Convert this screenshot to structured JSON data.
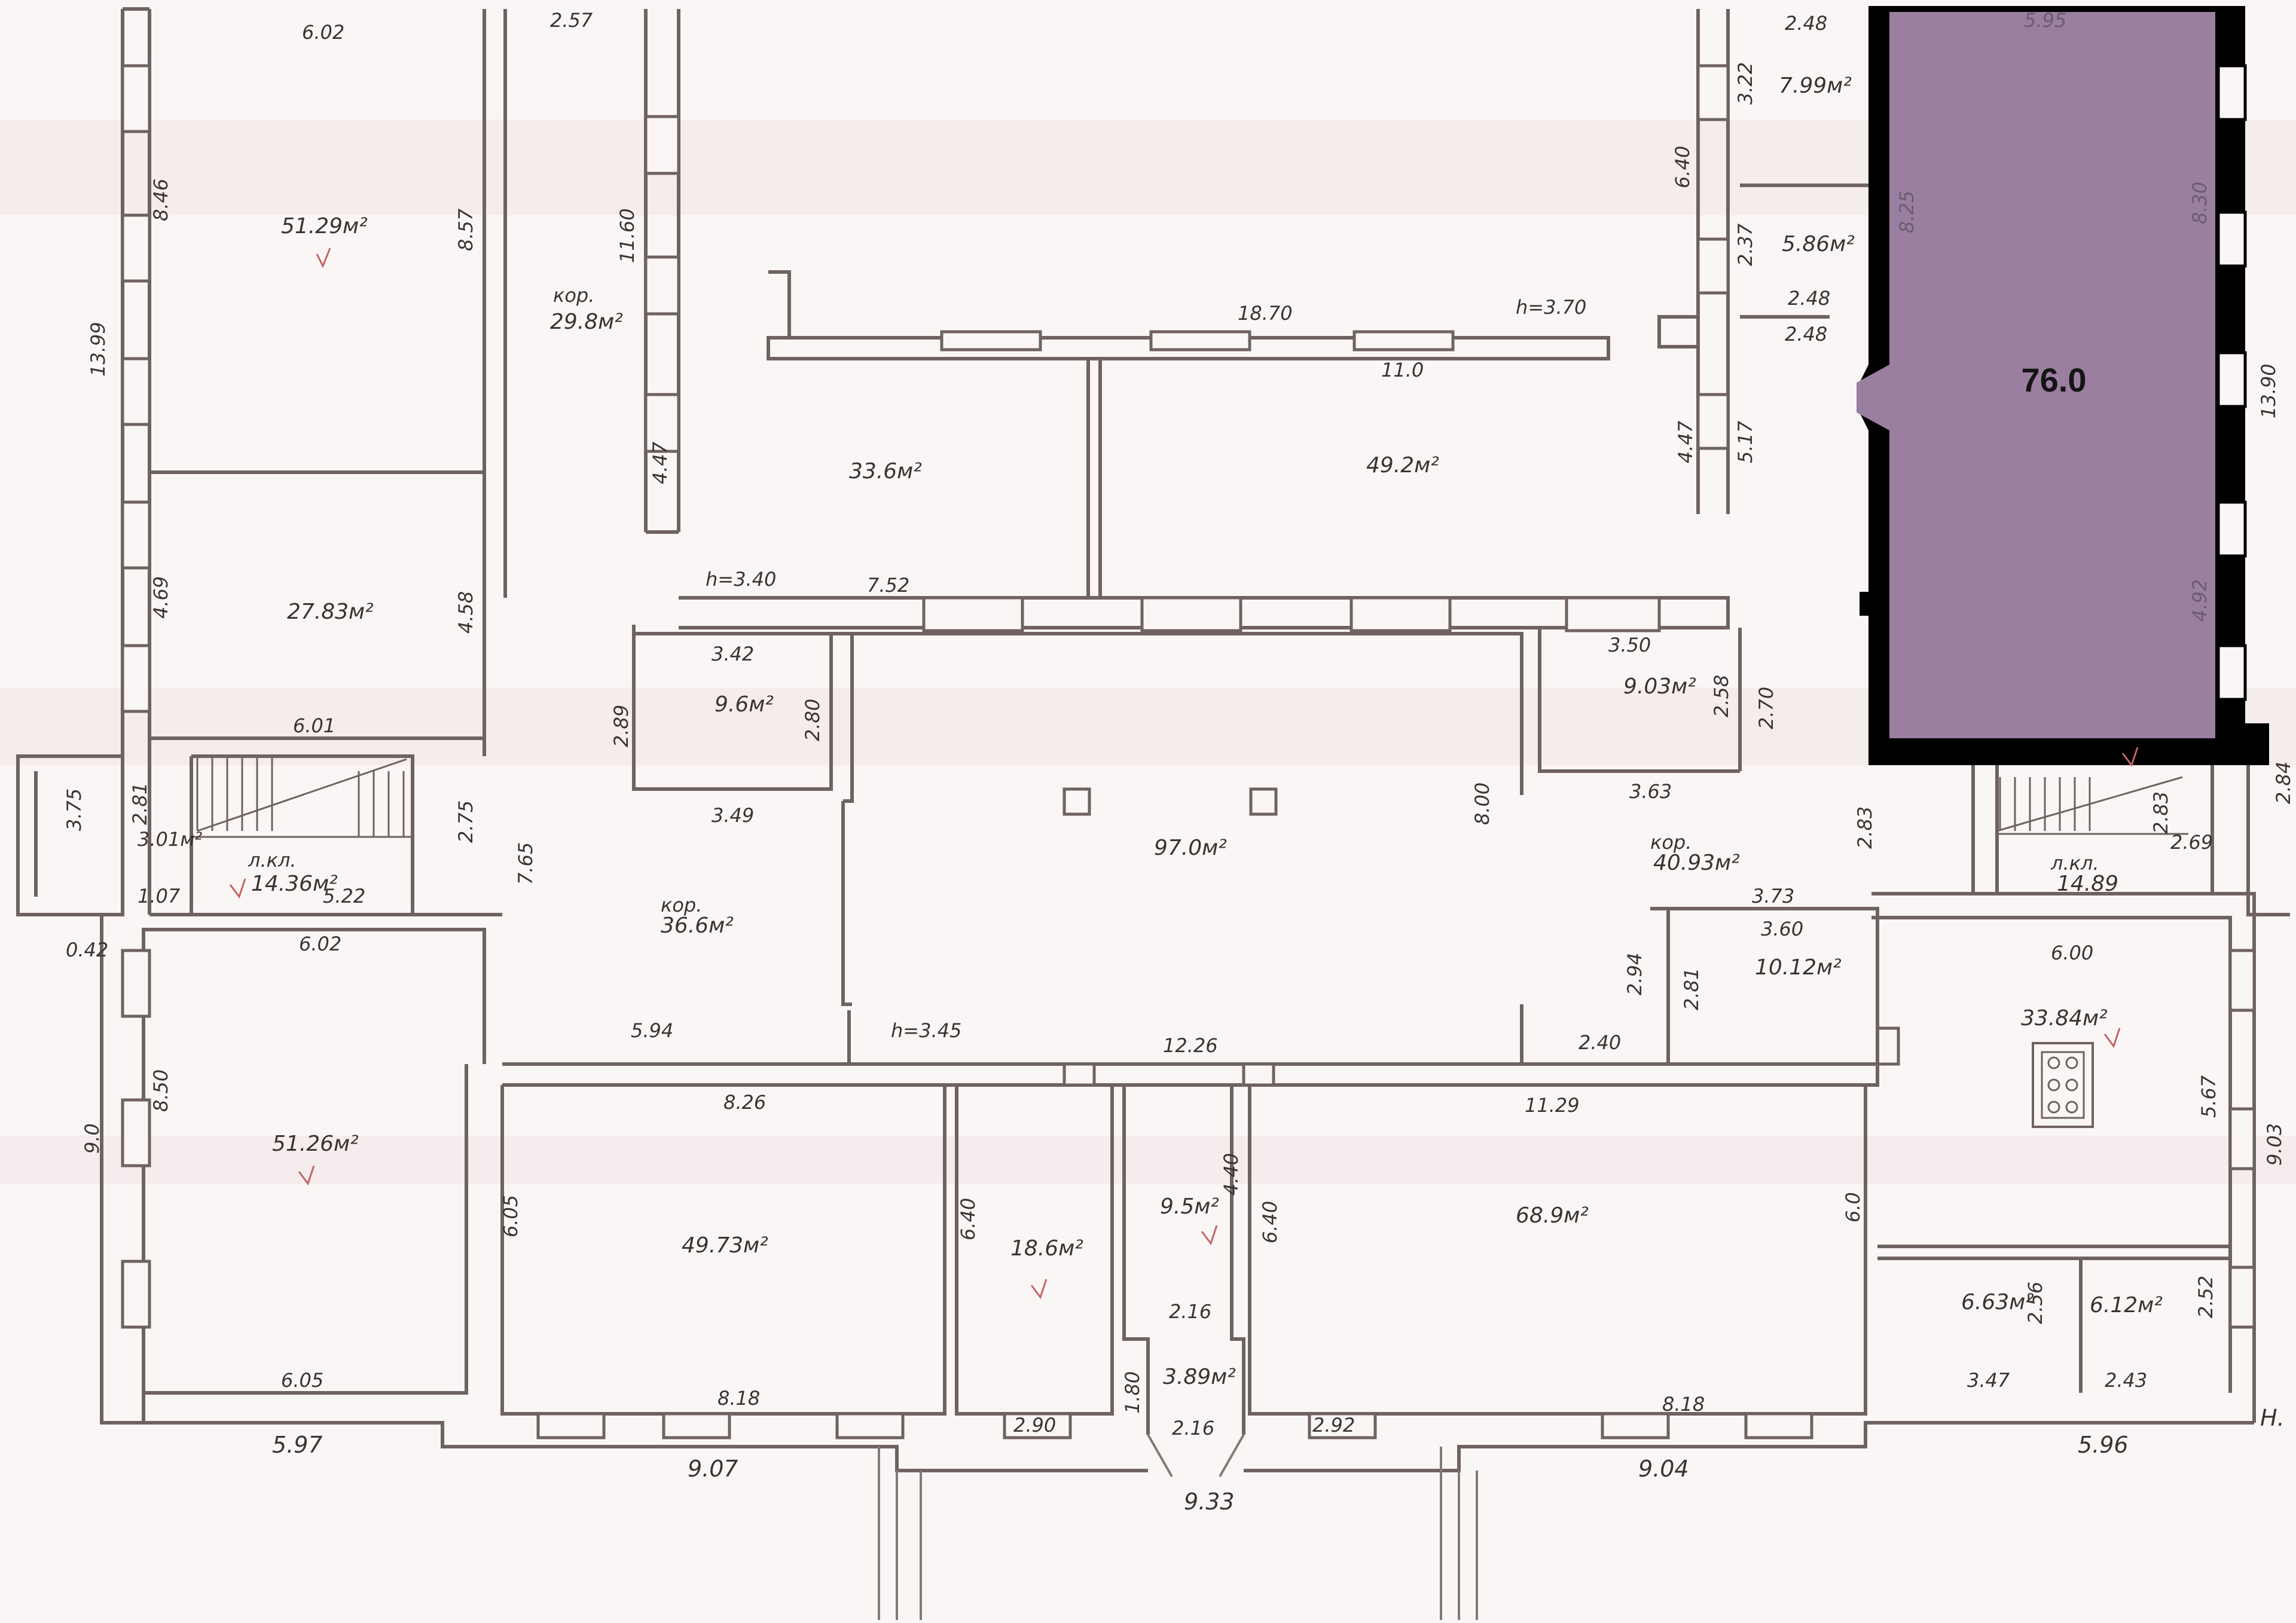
{
  "highlight": {
    "area_label": "76.0",
    "fill_color": "#9b7fa0",
    "border_color": "#000000",
    "dims_top": "5.95",
    "dims_left": "8.25",
    "dims_right": "8.30",
    "dims_right_lower": "4.92",
    "dims_outer": "13.90"
  },
  "labels": {
    "l_602_top": "6.02",
    "l_257": "2.57",
    "l_846": "8.46",
    "l_5129": "51.29м²",
    "l_857": "8.57",
    "l_1399": "13.99",
    "l_kor1": "кор.",
    "l_kor1_area": "29.8м²",
    "l_1160": "11.60",
    "l_447a": "4.47",
    "l_1870": "18.70",
    "l_h370": "h=3.70",
    "l_110": "11.0",
    "l_336": "33.6м²",
    "l_492": "49.2м²",
    "l_248a": "2.48",
    "l_322": "3.22",
    "l_799": "7.99м²",
    "l_640a": "6.40",
    "l_237": "2.37",
    "l_586": "5.86м²",
    "l_248b": "2.48",
    "l_248c": "2.48",
    "l_447b": "4.47",
    "l_517": "5.17",
    "l_469": "4.69",
    "l_2783": "27.83м²",
    "l_458": "4.58",
    "l_h340": "h=3.40",
    "l_752": "7.52",
    "l_342": "3.42",
    "l_96": "9.6м²",
    "l_280": "2.80",
    "l_289": "2.89",
    "l_350": "3.50",
    "l_903": "9.03м²",
    "l_258": "2.58",
    "l_270": "2.70",
    "l_601": "6.01",
    "l_375": "3.75",
    "l_281a": "2.81",
    "l_301": "3.01м²",
    "l_lkl1": "л.кл.",
    "l_1436": "14.36м²",
    "l_522": "5.22",
    "l_107": "1.07",
    "l_275": "2.75",
    "l_765": "7.65",
    "l_349": "3.49",
    "l_970": "97.0м²",
    "l_800": "8.00",
    "l_363": "3.63",
    "l_kor2": "кор.",
    "l_4093": "40.93м²",
    "l_283a": "2.83",
    "l_lkl2": "л.кл.",
    "l_1489": "14.89",
    "l_283b": "2.83",
    "l_269": "2.69",
    "l_284": "2.84",
    "l_042": "0.42",
    "l_602_mid": "6.02",
    "l_korp": "кор.",
    "l_366": "36.6м²",
    "l_373": "3.73",
    "l_360": "3.60",
    "l_294": "2.94",
    "l_281b": "2.81",
    "l_1012": "10.12м²",
    "l_600": "6.00",
    "l_3384": "33.84м²",
    "l_594": "5.94",
    "l_h345": "h=3.45",
    "l_1226": "12.26",
    "l_240": "2.40",
    "l_826": "8.26",
    "l_1129": "11.29",
    "l_567": "5.67",
    "l_90": "9.0",
    "l_850": "8.50",
    "l_5126": "51.26м²",
    "l_903b": "9.03",
    "l_605a": "6.05",
    "l_4973": "49.73м²",
    "l_640b": "6.40",
    "l_186": "18.6м²",
    "l_95": "9.5м²",
    "l_440": "4.40",
    "l_640c": "6.40",
    "l_689": "68.9м²",
    "l_60": "6.0",
    "l_216a": "2.16",
    "l_663": "6.63м²",
    "l_256": "2.56",
    "l_612": "6.12м²",
    "l_252": "2.52",
    "l_180": "1.80",
    "l_389": "3.89м²",
    "l_605b": "6.05",
    "l_818a": "8.18",
    "l_290": "2.90",
    "l_216b": "2.16",
    "l_292": "2.92",
    "l_818b": "8.18",
    "l_347": "3.47",
    "l_243": "2.43",
    "l_597": "5.97",
    "l_907": "9.07",
    "l_933": "9.33",
    "l_904": "9.04",
    "l_596": "5.96",
    "l_H": "H."
  }
}
